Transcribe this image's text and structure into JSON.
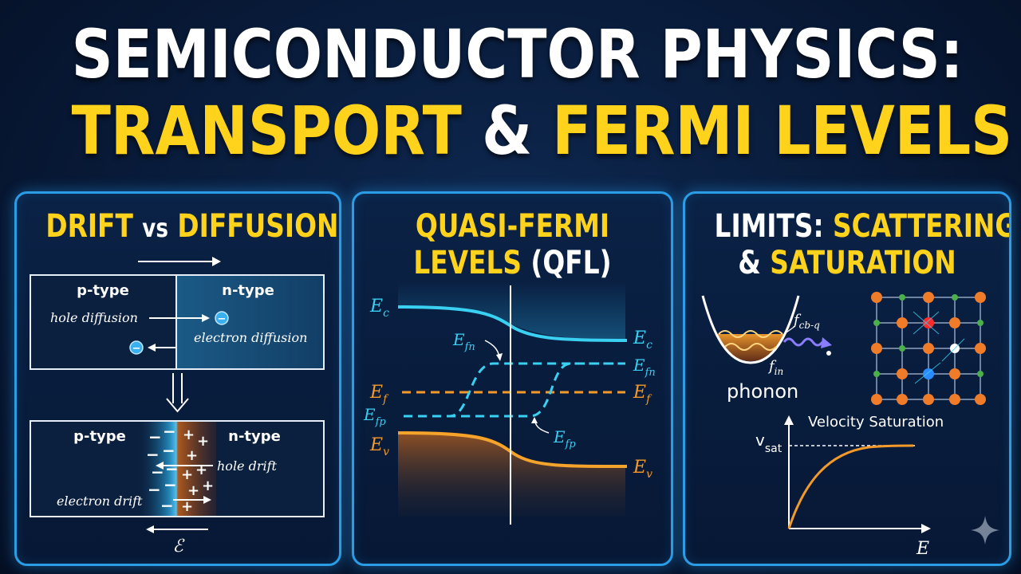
{
  "title": {
    "line1": "SEMICONDUCTOR PHYSICS:",
    "line2_part1": "TRANSPORT",
    "line2_amp": "&",
    "line2_part2": "FERMI LEVELS"
  },
  "panel1": {
    "title_a": "DRIFT",
    "title_vs": "vs",
    "title_b": "DIFFUSION",
    "top": {
      "p_label": "p-type",
      "n_label": "n-type",
      "hole_diffusion": "hole diffusion",
      "electron_diffusion": "electron diffusion"
    },
    "bottom": {
      "p_label": "p-type",
      "n_label": "n-type",
      "hole_drift": "hole drift",
      "electron_drift": "electron drift",
      "field_symbol": "ℰ"
    }
  },
  "panel2": {
    "title_line1": "QUASI-FERMI",
    "title_line2a": "LEVELS",
    "title_line2b": "(QFL)",
    "labels": {
      "ec": "E",
      "ec_sub": "c",
      "efn": "E",
      "efn_sub": "fn",
      "ef": "E",
      "ef_sub": "f",
      "efp": "E",
      "efp_sub": "fp",
      "ev": "E",
      "ev_sub": "v"
    }
  },
  "panel3": {
    "title_line1a": "LIMITS:",
    "title_line1b": "SCATTERING",
    "title_line2a": "&",
    "title_line2b": "SATURATION",
    "f_cbq": "f",
    "f_cbq_sub": "cb-q",
    "f_in": "f",
    "f_in_sub": "in",
    "phonon": "phonon",
    "velocity_saturation": "Velocity Saturation",
    "vsat": "v",
    "vsat_sub": "sat",
    "x_axis": "E"
  },
  "colors": {
    "accent_yellow": "#ffd21c",
    "panel_border": "#2a9de6",
    "cyan": "#3ad0f2",
    "orange": "#f39a2a"
  }
}
